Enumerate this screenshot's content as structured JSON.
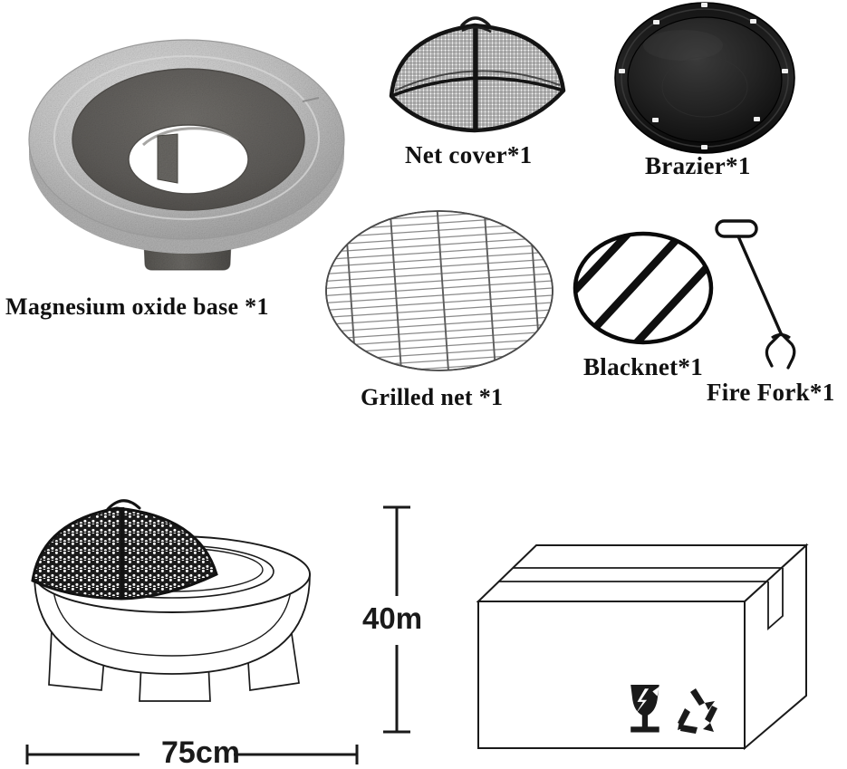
{
  "document": {
    "title": "Fire Pit Package Contents and Dimensions Diagram",
    "background_color": "#ffffff"
  },
  "parts": [
    {
      "id": "magnesium-oxide-base",
      "label": "Magnesium oxide base *1",
      "quantity": 1,
      "description": "Speckled grey magnesium oxide ring base with pedestal foot",
      "colors": {
        "outer": "#c9c9c9",
        "inner": "#6f6d6a",
        "speckle": "#8a8a8a"
      }
    },
    {
      "id": "net-cover",
      "label": "Net cover*1",
      "quantity": 1,
      "description": "Shallow black wire mesh dome cover with center spine and loop handle",
      "colors": {
        "frame": "#1a1a1a",
        "mesh": "#8f8f8f"
      }
    },
    {
      "id": "brazier",
      "label": "Brazier*1",
      "quantity": 1,
      "description": "Black steel fire bowl with riveted rim flange",
      "colors": {
        "body": "#1c1c1c",
        "rim": "#0d0d0d",
        "rivet": "#e8e8e8"
      }
    },
    {
      "id": "grilled-net",
      "label": "Grilled net *1",
      "quantity": 1,
      "description": "Round chrome cooking grate with fine parallel wires and cross support bars",
      "colors": {
        "wire": "#8d8d8d",
        "bar": "#6a6a6a",
        "outline": "#4a4a4a"
      }
    },
    {
      "id": "blacknet",
      "label": "Blacknet*1",
      "quantity": 1,
      "description": "Round black grate with thick diagonal bars",
      "colors": {
        "bar": "#111111",
        "outline": "#0a0a0a"
      }
    },
    {
      "id": "fire-fork",
      "label": "Fire Fork*1",
      "quantity": 1,
      "description": "Two-prong fire fork with oval loop handle",
      "colors": {
        "metal": "#111111"
      }
    }
  ],
  "assembly": {
    "name": "assembled-fire-pit",
    "description": "Assembled fire pit line drawing with mesh dome lid on a round bowl with three panel legs",
    "dimensions": {
      "height": "40m",
      "width": "75cm"
    },
    "colors": {
      "line": "#1a1a1a",
      "mesh": "#1a1a1a",
      "fill": "#ffffff"
    }
  },
  "packaging": {
    "name": "shipping-carton",
    "description": "Line drawing of a sealed cardboard shipping carton in perspective",
    "symbols": [
      {
        "id": "fragile-icon",
        "name": "fragile-broken-glass-symbol"
      },
      {
        "id": "recycle-icon",
        "name": "recycle-mobius-loop-symbol"
      }
    ],
    "colors": {
      "line": "#1a1a1a",
      "symbol": "#1a1a1a",
      "fill": "#ffffff"
    }
  }
}
